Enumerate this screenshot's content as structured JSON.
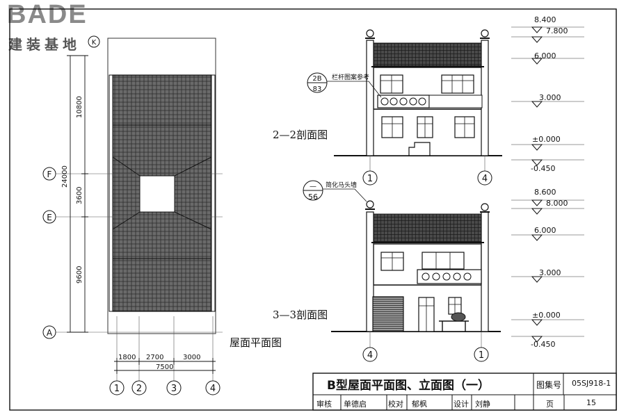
{
  "logo": {
    "en": "BADE",
    "cn": "建装基地"
  },
  "plan": {
    "grid_rows": [
      "F",
      "E",
      "A"
    ],
    "grid_cols": [
      "1",
      "2",
      "3",
      "4"
    ],
    "dims_vertical": [
      "10800",
      "3600",
      "9600"
    ],
    "dim_vertical_total": "24000",
    "dims_horizontal": [
      "1800",
      "2700",
      "3000"
    ],
    "dim_horizontal_total": "7500",
    "title": "屋面平面图",
    "top_partial": "K"
  },
  "section22": {
    "title": "2—2剖面图",
    "left_axis": "1",
    "right_axis": "4",
    "ref_top": "2B",
    "ref_bottom": "83",
    "ref_note": "栏杆图案参考",
    "levels": [
      "8.400",
      "7.800",
      "6.000",
      "3.000",
      "±0.000",
      "-0.450"
    ]
  },
  "section33": {
    "title": "3—3剖面图",
    "left_axis": "4",
    "right_axis": "1",
    "ref_top": "—",
    "ref_bottom": "56",
    "ref_note": "简化马头墙",
    "levels": [
      "8.600",
      "8.000",
      "6.000",
      "3.000",
      "±0.000",
      "-0.450"
    ]
  },
  "titleblock": {
    "title": "B型屋面平面图、立面图（一）",
    "atlas_label": "图集号",
    "atlas_no": "05SJ918-1",
    "review_label": "审核",
    "reviewer": "单德启",
    "check_label": "校对",
    "checker": "郁枫",
    "design_label": "设计",
    "designer": "刘静",
    "page_label": "页",
    "page_no": "15"
  }
}
